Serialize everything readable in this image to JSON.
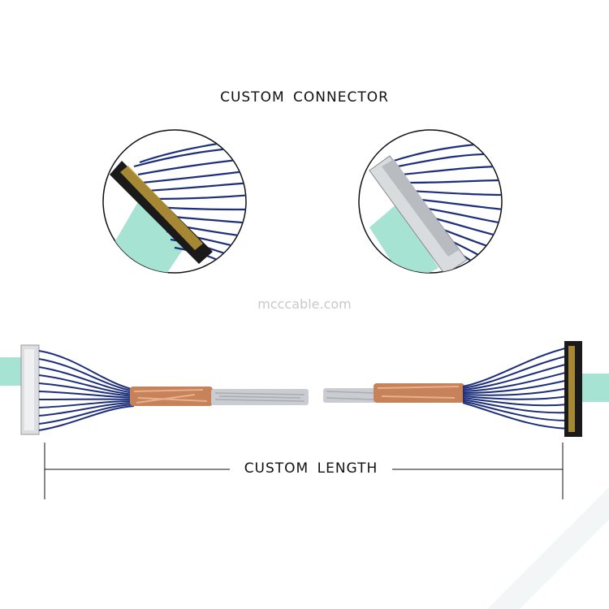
{
  "header": {
    "title": "CUSTOM CONNECTOR"
  },
  "watermark": {
    "text": "mcccable.com"
  },
  "dimension": {
    "label": "CUSTOM LENGTH"
  },
  "colors": {
    "wire_blue": "#1d2f7a",
    "copper": "#c8825a",
    "braid_silver": "#c9cdd2",
    "fpc_green": "#a7e3d3",
    "connector_black": "#1a1a1a"
  }
}
